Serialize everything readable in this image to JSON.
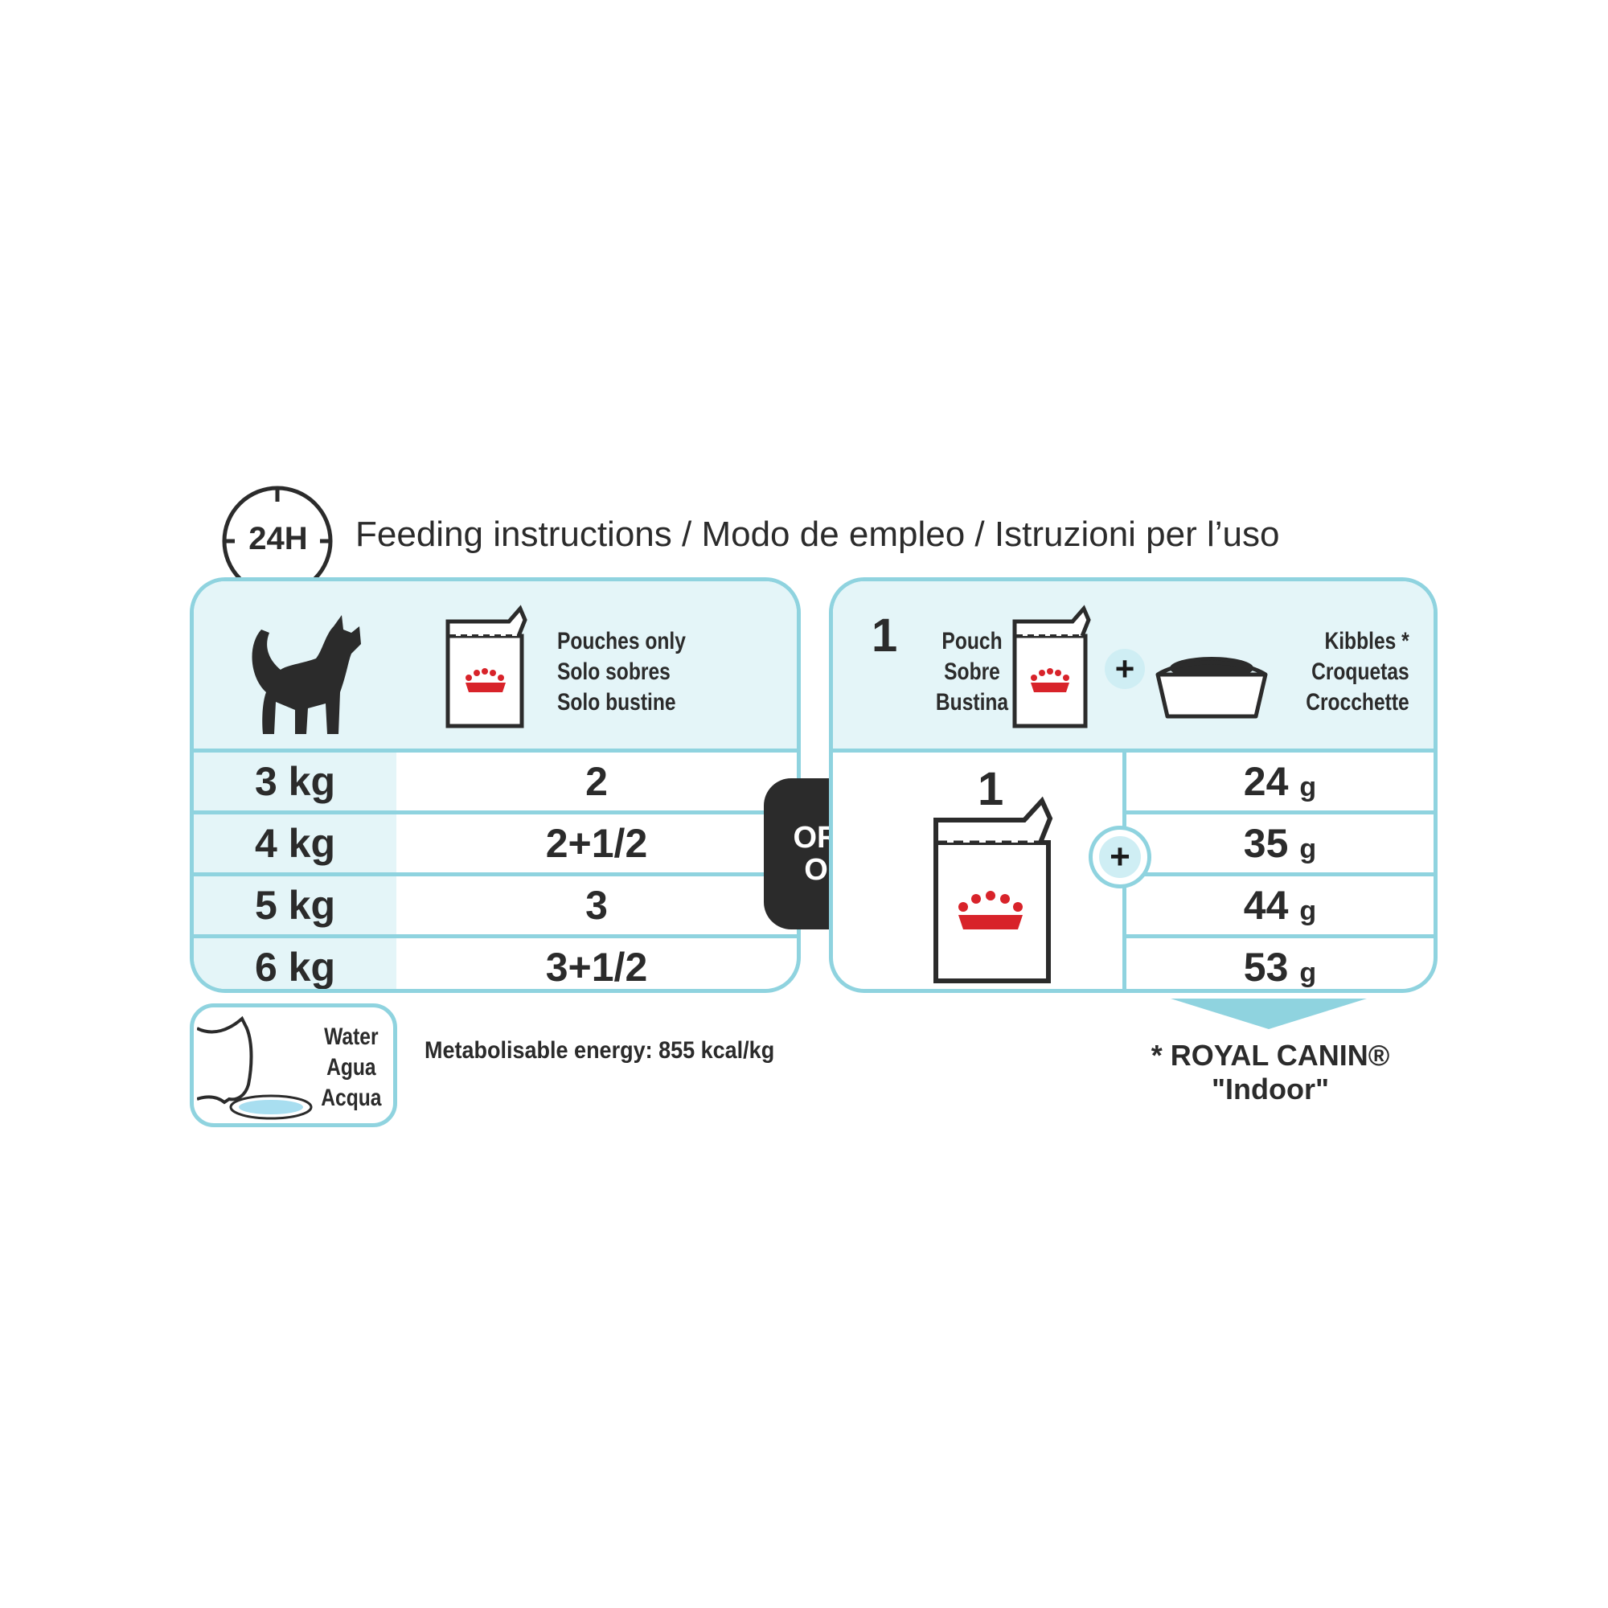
{
  "header": {
    "clock_label": "24H",
    "title": "Feeding instructions / Modo de empleo / Istruzioni per l’uso"
  },
  "left_card": {
    "pouch_label": [
      "Pouches only",
      "Solo sobres",
      "Solo bustine"
    ],
    "rows": [
      {
        "weight": "3 kg",
        "pouches": "2"
      },
      {
        "weight": "4 kg",
        "pouches": "2+1/2"
      },
      {
        "weight": "5 kg",
        "pouches": "3"
      },
      {
        "weight": "6 kg",
        "pouches": "3+1/2"
      }
    ]
  },
  "or_badge": {
    "line1": "OR",
    "line2": "O"
  },
  "right_card": {
    "count_label": "1",
    "pouch_label": [
      "Pouch",
      "Sobre",
      "Bustina"
    ],
    "plus": "+",
    "kibbles_label": [
      "Kibbles *",
      "Croquetas",
      "Crocchette"
    ],
    "pouch_count": "1",
    "grams": [
      {
        "value": "24",
        "unit": "g"
      },
      {
        "value": "35",
        "unit": "g"
      },
      {
        "value": "44",
        "unit": "g"
      },
      {
        "value": "53",
        "unit": "g"
      }
    ]
  },
  "water": {
    "label": [
      "Water",
      "Agua",
      "Acqua"
    ]
  },
  "energy": "Metabolisable energy: 855 kcal/kg",
  "footnote": {
    "line1": "* ROYAL CANIN®",
    "line2": "\"Indoor\""
  },
  "colors": {
    "accent": "#8fd3df",
    "tint": "#e4f5f8",
    "logo_red": "#d8232a",
    "badge": "#2b2b2b"
  }
}
